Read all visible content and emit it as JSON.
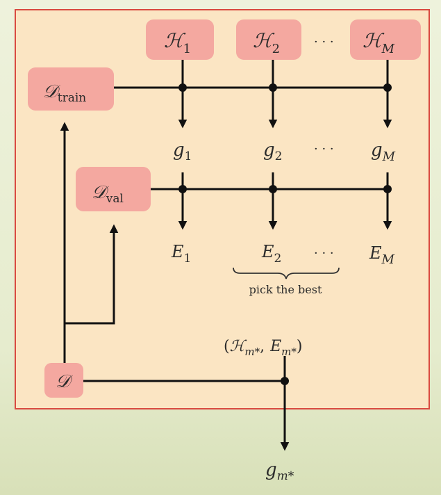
{
  "colors": {
    "background": "#eef2dc",
    "frame_fill": "#fbe5c3",
    "frame_border": "#d94a40",
    "box_fill": "#f4a8a0",
    "line": "#111111"
  },
  "hypotheses": {
    "h1": {
      "base": "ℋ",
      "sub": "1"
    },
    "h2": {
      "base": "ℋ",
      "sub": "2"
    },
    "hm": {
      "base": "ℋ",
      "sub": "M"
    },
    "dots": "· · ·"
  },
  "datasets": {
    "train": {
      "base": "𝒟",
      "sub": "train"
    },
    "val": {
      "base": "𝒟",
      "sub": "val"
    },
    "full": {
      "base": "𝒟"
    }
  },
  "models": {
    "g1": {
      "base": "g",
      "sub": "1"
    },
    "g2": {
      "base": "g",
      "sub": "2"
    },
    "gm": {
      "base": "g",
      "sub": "M"
    },
    "dots": "· · ·"
  },
  "errors": {
    "e1": {
      "base": "E",
      "sub": "1"
    },
    "e2": {
      "base": "E",
      "sub": "2"
    },
    "em": {
      "base": "E",
      "sub": "M"
    },
    "dots": "· · ·"
  },
  "pick_label": "pick the best",
  "selected": {
    "open": "(",
    "h_base": "ℋ",
    "h_sub": "m*",
    "comma": ",",
    "e_base": "E",
    "e_sub": "m*",
    "close": ")"
  },
  "final_model": {
    "base": "g",
    "sub": "m*"
  }
}
